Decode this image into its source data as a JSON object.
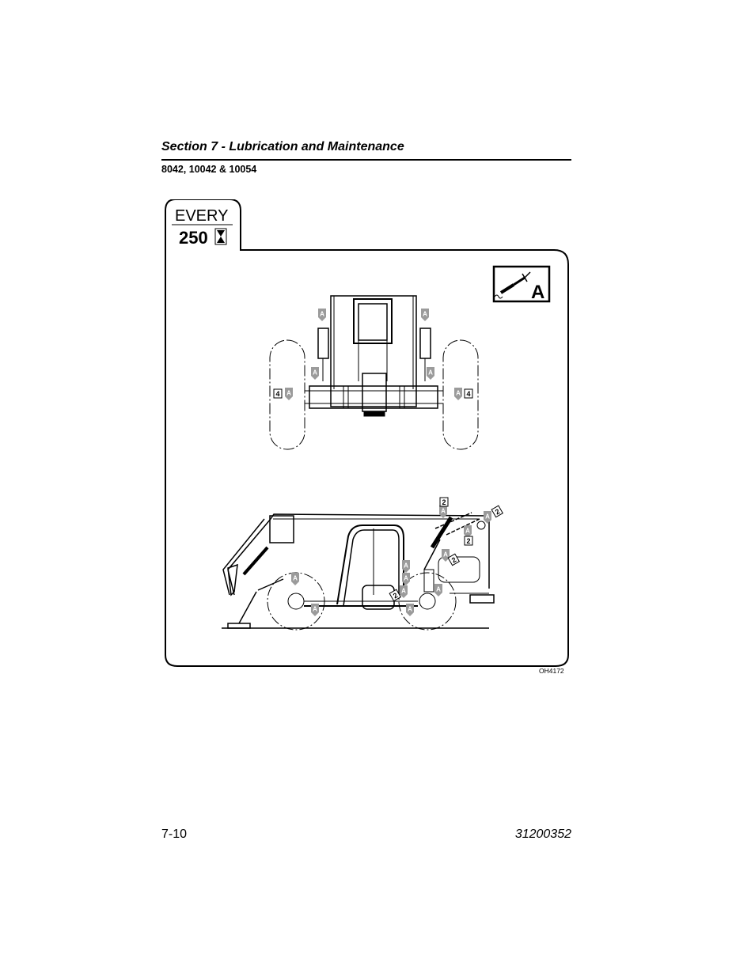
{
  "header": {
    "section_title": "Section 7 - Lubrication and Maintenance",
    "models": "8042, 10042 & 10054"
  },
  "interval_tab": {
    "label": "EVERY",
    "hours": "250",
    "icon": "hourglass-icon"
  },
  "lube_symbol": {
    "icon": "grease-gun-icon",
    "letter": "A"
  },
  "callouts": {
    "grease": "A",
    "count_4": "4",
    "count_2": "2"
  },
  "figure_label": "OH4172",
  "footer": {
    "page_number": "7-10",
    "doc_number": "31200352"
  }
}
